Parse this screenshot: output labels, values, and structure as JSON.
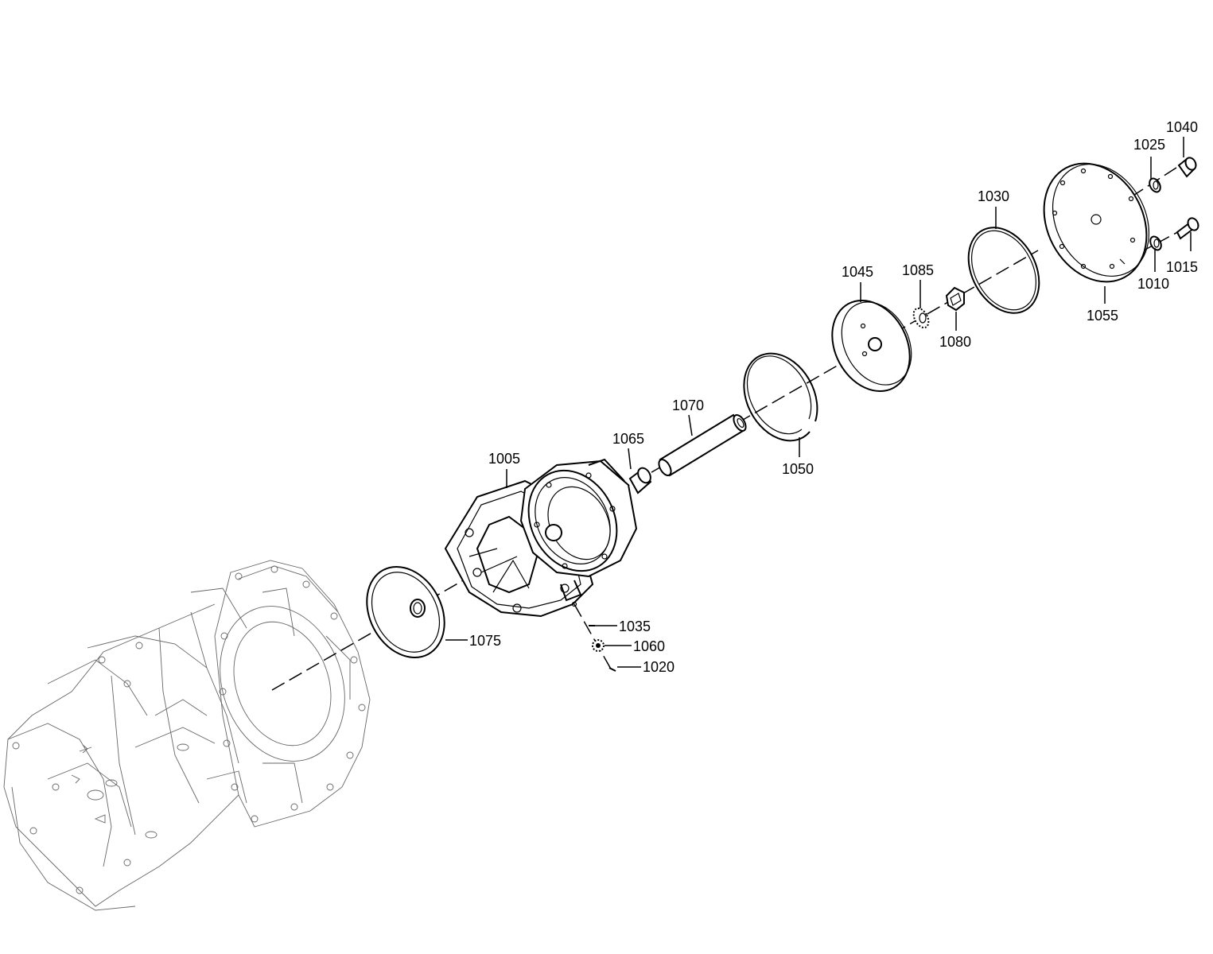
{
  "diagram": {
    "callouts": {
      "p1005": "1005",
      "p1010": "1010",
      "p1015": "1015",
      "p1020": "1020",
      "p1025": "1025",
      "p1030": "1030",
      "p1035": "1035",
      "p1040": "1040",
      "p1045": "1045",
      "p1050": "1050",
      "p1055": "1055",
      "p1060": "1060",
      "p1065": "1065",
      "p1070": "1070",
      "p1075": "1075",
      "p1080": "1080",
      "p1085": "1085"
    }
  }
}
